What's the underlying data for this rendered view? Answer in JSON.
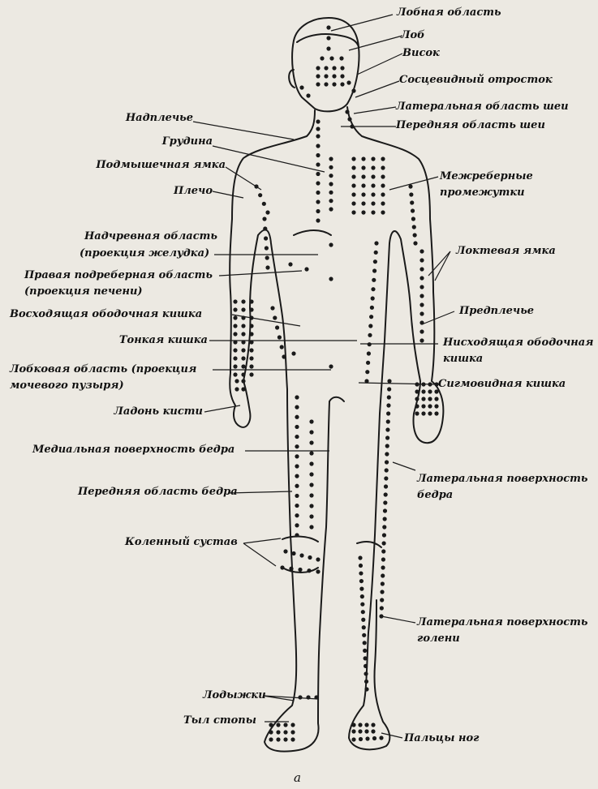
{
  "labels": {
    "forehead_region": "Лобная область",
    "forehead": "Лоб",
    "temple": "Висок",
    "mastoid": "Сосцевидный отросток",
    "lateral_neck": "Латеральная область шеи",
    "anterior_neck": "Передняя область шеи",
    "supraclavicular": "Надплечье",
    "sternum": "Грудина",
    "axilla": "Подмышечная ямка",
    "intercostal_1": "Межреберные",
    "intercostal_2": "промежутки",
    "shoulder": "Плечо",
    "epigastric_1": "Надчревная область",
    "epigastric_2": "(проекция желудка)",
    "cubital": "Локтевая ямка",
    "hypochondrium_1": "Правая подреберная область",
    "hypochondrium_2": "(проекция печени)",
    "forearm": "Предплечье",
    "ascending_colon": "Восходящая ободочная кишка",
    "small_intestine": "Тонкая кишка",
    "descending_colon_1": "Нисходящая ободочная",
    "descending_colon_2": "кишка",
    "pubic_1": "Лобковая область (проекция",
    "pubic_2": "мочевого пузыря)",
    "sigmoid": "Сигмовидная кишка",
    "palm": "Ладонь кисти",
    "medial_thigh": "Медиальная поверхность бедра",
    "lateral_thigh_1": "Латеральная поверхность",
    "lateral_thigh_2": "бедра",
    "anterior_thigh": "Передняя область бедра",
    "knee": "Коленный сустав",
    "lateral_shin_1": "Латеральная поверхность",
    "lateral_shin_2": "голени",
    "ankles": "Лодыжки",
    "foot_dorsum": "Тыл стопы",
    "toes": "Пальцы ног"
  },
  "caption": "а",
  "colors": {
    "ink": "#111111",
    "paper": "#ece9e2"
  }
}
